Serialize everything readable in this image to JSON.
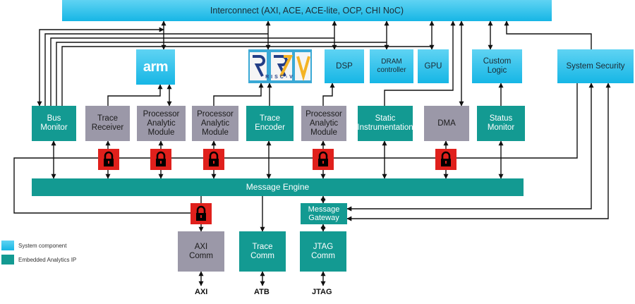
{
  "interconnect": "Interconnect (AXI, ACE, ACE-lite, OCP, CHI NoC)",
  "top_row": {
    "arm_logo": "arm",
    "riscv_logo": "RISC-V",
    "dsp": "DSP",
    "dram": "DRAM\ncontroller",
    "gpu": "GPU",
    "custom_logic": "Custom\nLogic",
    "system_security": "System Security"
  },
  "middle_row": {
    "bus_monitor": "Bus\nMonitor",
    "trace_receiver": "Trace\nReceiver",
    "pam1": "Processor\nAnalytic\nModule",
    "pam2": "Processor\nAnalytic\nModule",
    "trace_encoder": "Trace\nEncoder",
    "pam3": "Processor\nAnalytic\nModule",
    "static_instr": "Static\nInstrumentation",
    "dma": "DMA",
    "status_monitor": "Status\nMonitor"
  },
  "message_engine": "Message Engine",
  "message_gateway": "Message\nGateway",
  "bottom_row": {
    "axi_comm": "AXI\nComm",
    "trace_comm": "Trace\nComm",
    "jtag_comm": "JTAG\nComm"
  },
  "ports": {
    "axi": "AXI",
    "atb": "ATB",
    "jtag": "JTAG"
  },
  "legend": {
    "system_component": "System component",
    "embedded_ip": "Embedded Analytics IP"
  },
  "colors": {
    "system_component": "#2ec4ee",
    "embedded_analytics_ip": "#139a92",
    "third_party": "#9b98a8",
    "lock": "#e0201c"
  }
}
